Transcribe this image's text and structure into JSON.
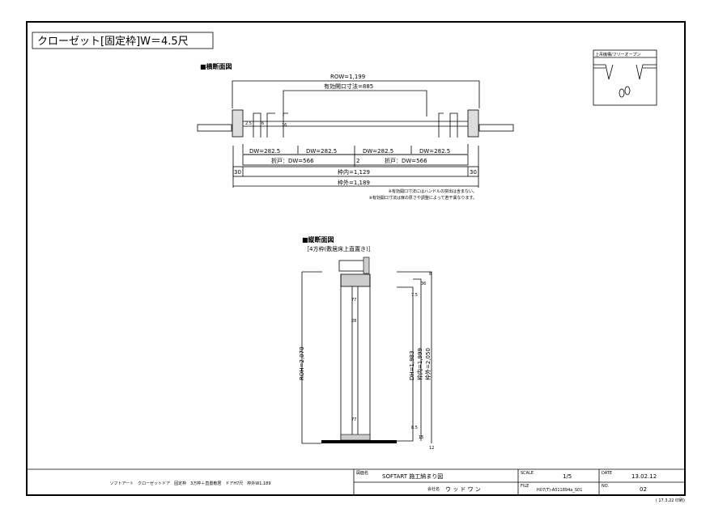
{
  "title": "クローゼット[固定枠]W＝4.5尺",
  "plan": {
    "heading": "■横断面図",
    "row": "ROW=1,199",
    "opening": "有効開口寸法=885",
    "dw": [
      "DW=282.5",
      "DW=282.5",
      "DW=282.5",
      "DW=282.5"
    ],
    "fold_left": "折戸：DW=566",
    "gap": "2",
    "fold_right": "折戸：DW=566",
    "side_left": "30",
    "side_right": "30",
    "inner": "枠内=1,129",
    "outer": "枠外=1,189",
    "small": [
      "2.5",
      "6",
      "16"
    ],
    "note1": "※有効開口寸法にはハンドルの突出は含まない。",
    "note2": "※有効開口寸法は扉の厚さや調整によって若干異なります。"
  },
  "section": {
    "heading": "■縦断面図",
    "subheading": "［4方枠(敷居床上直置き)］",
    "roh": "ROH=2,070",
    "dh": "DH=1,983",
    "inner": "枠内=1,999",
    "outer": "枠外=2,050",
    "dims": [
      "8",
      "36",
      "7.5",
      "8.5",
      "15",
      "12"
    ],
    "small": [
      "77",
      "28",
      "77"
    ]
  },
  "inset": {
    "label": "上吊機構/フリーオープン"
  },
  "titleblock": {
    "description": "ソフトアート　クローゼットドア　固定枠　3方枠＋直置敷居　ドアH7尺　枠外W1,189",
    "drawing_label": "図面名",
    "drawing_name": "SOFTART 施工納まり図",
    "company_label": "会社名",
    "company": "ウ ッ ド ワ ン",
    "scale_label": "SCALE",
    "scale": "1/5",
    "file_label": "FILE",
    "file": "H07(T)-A011894a_S01",
    "date_label": "DATE",
    "date": "13.02.12",
    "no_label": "NO.",
    "no": "02",
    "printed": "( 17.3.22 印刷)"
  }
}
